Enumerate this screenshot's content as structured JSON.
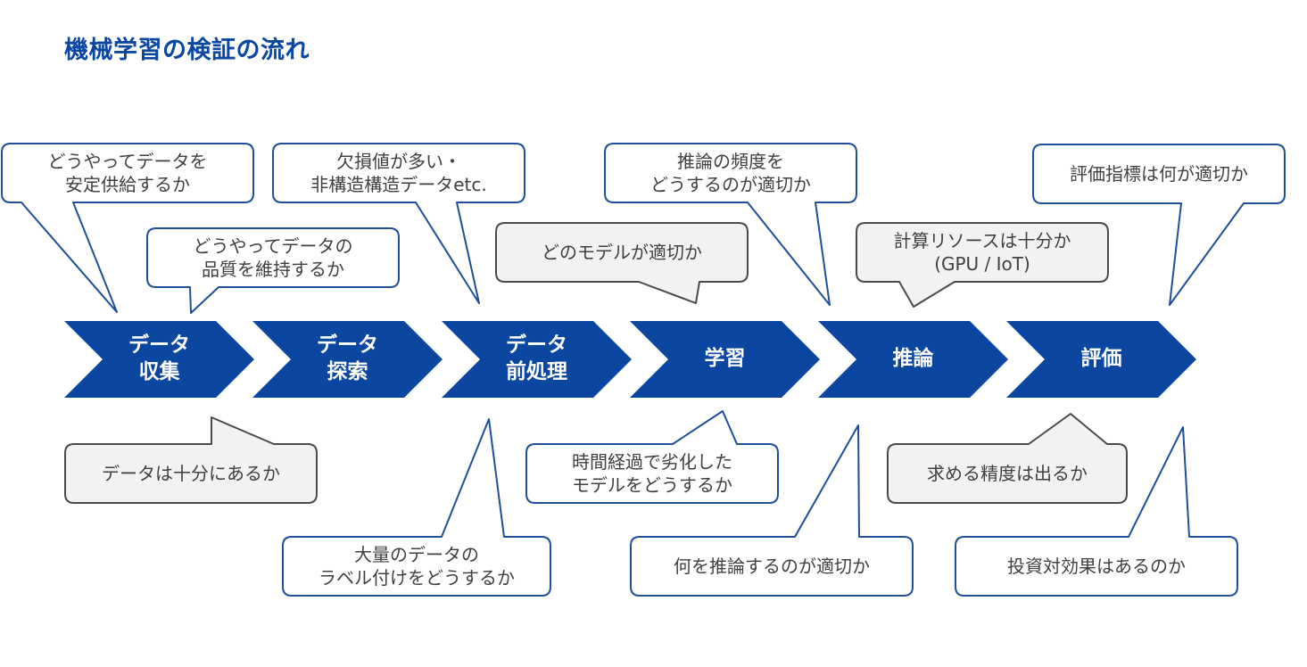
{
  "title": "機械学習の検証の流れ",
  "colors": {
    "title": "#0b47a1",
    "chevron_fill": "#0b47a1",
    "bubble_stroke_blue": "#1f4e9a",
    "bubble_stroke_gray": "#4a4a4a",
    "bubble_fill_gray": "#f2f2f2",
    "bubble_fill_white": "#ffffff",
    "text": "#404040"
  },
  "steps": [
    {
      "lines": [
        "データ",
        "収集"
      ]
    },
    {
      "lines": [
        "データ",
        "探索"
      ]
    },
    {
      "lines": [
        "データ",
        "前処理"
      ]
    },
    {
      "lines": [
        "学習"
      ]
    },
    {
      "lines": [
        "推論"
      ]
    },
    {
      "lines": [
        "評価"
      ]
    }
  ],
  "callouts": [
    {
      "id": "supply",
      "lines": [
        "どうやってデータを",
        "安定供給するか"
      ],
      "style": "white"
    },
    {
      "id": "quality",
      "lines": [
        "どうやってデータの",
        "品質を維持するか"
      ],
      "style": "white"
    },
    {
      "id": "missing",
      "lines": [
        "欠損値が多い・",
        "非構造構造データetc."
      ],
      "style": "white"
    },
    {
      "id": "model",
      "lines": [
        "どのモデルが適切か"
      ],
      "style": "gray"
    },
    {
      "id": "frequency",
      "lines": [
        "推論の頻度を",
        "どうするのが適切か"
      ],
      "style": "white"
    },
    {
      "id": "resources",
      "lines": [
        "計算リソースは十分か",
        "(GPU / IoT)"
      ],
      "style": "gray"
    },
    {
      "id": "metrics",
      "lines": [
        "評価指標は何が適切か"
      ],
      "style": "white"
    },
    {
      "id": "enough-data",
      "lines": [
        "データは十分にあるか"
      ],
      "style": "gray"
    },
    {
      "id": "labeling",
      "lines": [
        "大量のデータの",
        "ラベル付けをどうするか"
      ],
      "style": "white"
    },
    {
      "id": "degradation",
      "lines": [
        "時間経過で劣化した",
        "モデルをどうするか"
      ],
      "style": "white"
    },
    {
      "id": "what-infer",
      "lines": [
        "何を推論するのが適切か"
      ],
      "style": "white"
    },
    {
      "id": "accuracy",
      "lines": [
        "求める精度は出るか"
      ],
      "style": "gray"
    },
    {
      "id": "roi",
      "lines": [
        "投資対効果はあるのか"
      ],
      "style": "white"
    }
  ]
}
